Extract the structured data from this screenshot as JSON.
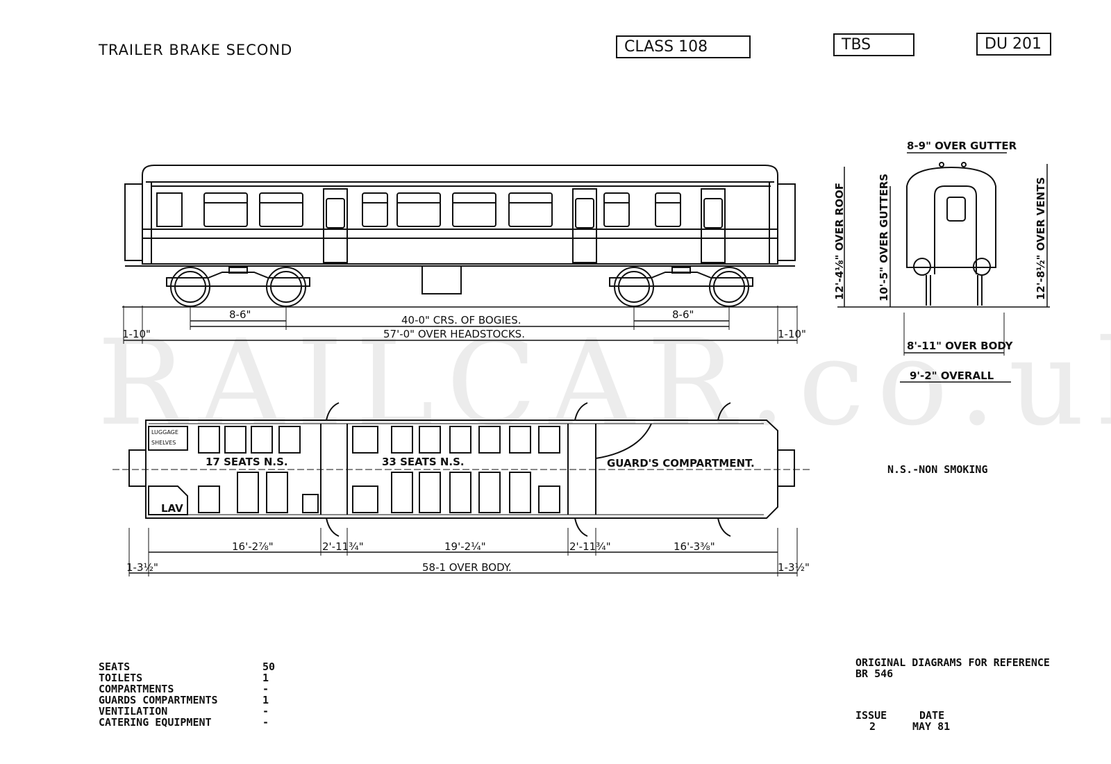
{
  "header": {
    "title": "TRAILER BRAKE SECOND",
    "class_label": "CLASS 108",
    "type_code": "TBS",
    "diagram_code": "DU 201"
  },
  "watermark": "RAILCAR.co.uk",
  "side_view": {
    "dims": {
      "bogie_left": "8-6\"",
      "bogie_right": "8-6\"",
      "bogie_centres": "40-0\" CRS. OF BOGIES.",
      "over_headstocks": "57'-0\" OVER HEADSTOCKS.",
      "end_left": "1-10\"",
      "end_right": "1-10\""
    }
  },
  "end_view": {
    "over_gutter": "8-9\" OVER GUTTER",
    "over_roof": "12'-4⅛\" OVER ROOF",
    "over_gutters": "10'-5\" OVER GUTTERS",
    "over_vents": "12'-8½\" OVER VENTS",
    "over_body": "8'-11\" OVER BODY",
    "overall": "9'-2\" OVERALL"
  },
  "plan_view": {
    "luggage_label": "LUGGAGE",
    "shelves_label": "SHELVES",
    "seats_17": "17 SEATS   N.S.",
    "seats_33": "33 SEATS   N.S.",
    "guards": "GUARD'S COMPARTMENT.",
    "lav": "LAV",
    "dims": {
      "sec1": "16'-2⅞\"",
      "door1": "2'-11¾\"",
      "sec2": "19'-2¼\"",
      "door2": "2'-11¾\"",
      "sec3": "16'-3⅜\"",
      "end_left": "1-3½\"",
      "over_body": "58-1 OVER BODY.",
      "end_right": "1-3½\""
    }
  },
  "legend_note": "N.S.-NON SMOKING",
  "stats": [
    {
      "label": "SEATS",
      "value": "50"
    },
    {
      "label": "TOILETS",
      "value": "1"
    },
    {
      "label": "COMPARTMENTS",
      "value": "-"
    },
    {
      "label": "GUARDS COMPARTMENTS",
      "value": "1"
    },
    {
      "label": "VENTILATION",
      "value": "-"
    },
    {
      "label": "CATERING EQUIPMENT",
      "value": "-"
    }
  ],
  "reference": {
    "line1": "ORIGINAL DIAGRAMS FOR REFERENCE",
    "line2": "BR 546",
    "issue_label": "ISSUE",
    "issue_value": "2",
    "date_label": "DATE",
    "date_value": "MAY 81"
  }
}
